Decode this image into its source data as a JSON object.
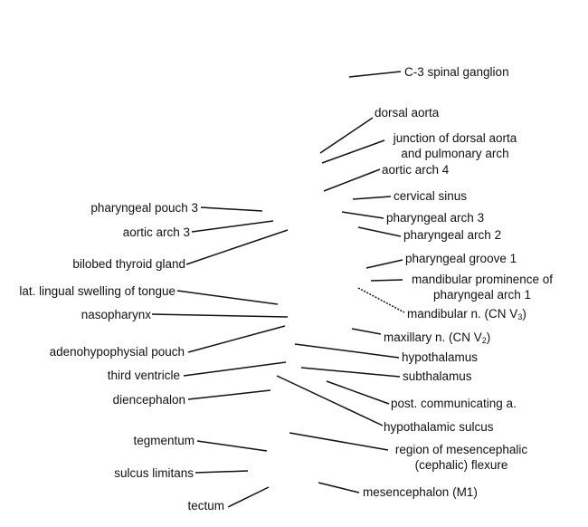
{
  "diagram": {
    "line_color": "#111111",
    "labels": {
      "c3_spinal_ganglion": "C-3 spinal ganglion",
      "dorsal_aorta": "dorsal aorta",
      "junction_line1": "junction of dorsal aorta",
      "junction_line2": "and pulmonary arch",
      "aortic_arch_4": "aortic arch 4",
      "cervical_sinus": "cervical sinus",
      "pharyngeal_arch_3": "pharyngeal arch 3",
      "pharyngeal_arch_2": "pharyngeal arch 2",
      "pharyngeal_groove_1": "pharyngeal groove 1",
      "mandibular_line1": "mandibular prominence of",
      "mandibular_line2": "pharyngeal arch 1",
      "mandibular_n": "mandibular n. (CN V",
      "mandibular_n_sub": "3",
      "maxillary_n": "maxillary n. (CN V",
      "maxillary_n_sub": "2",
      "close_paren": ")",
      "hypothalamus": "hypothalamus",
      "subthalamus": "subthalamus",
      "post_communicating": "post. communicating a.",
      "hypothalamic_sulcus": "hypothalamic sulcus",
      "region_line1": "region of mesencephalic",
      "region_line2": "(cephalic) flexure",
      "mesencephalon": "mesencephalon (M1)",
      "pharyngeal_pouch_3": "pharyngeal pouch 3",
      "aortic_arch_3": "aortic arch 3",
      "bilobed_thyroid": "bilobed thyroid gland",
      "lingual_swelling": "lat. lingual swelling of tongue",
      "nasopharynx": "nasopharynx",
      "adenohypophysial": "adenohypophysial pouch",
      "third_ventricle": "third ventricle",
      "diencephalon": "diencephalon",
      "tegmentum": "tegmentum",
      "sulcus_limitans": "sulcus limitans",
      "tectum": "tectum"
    }
  }
}
